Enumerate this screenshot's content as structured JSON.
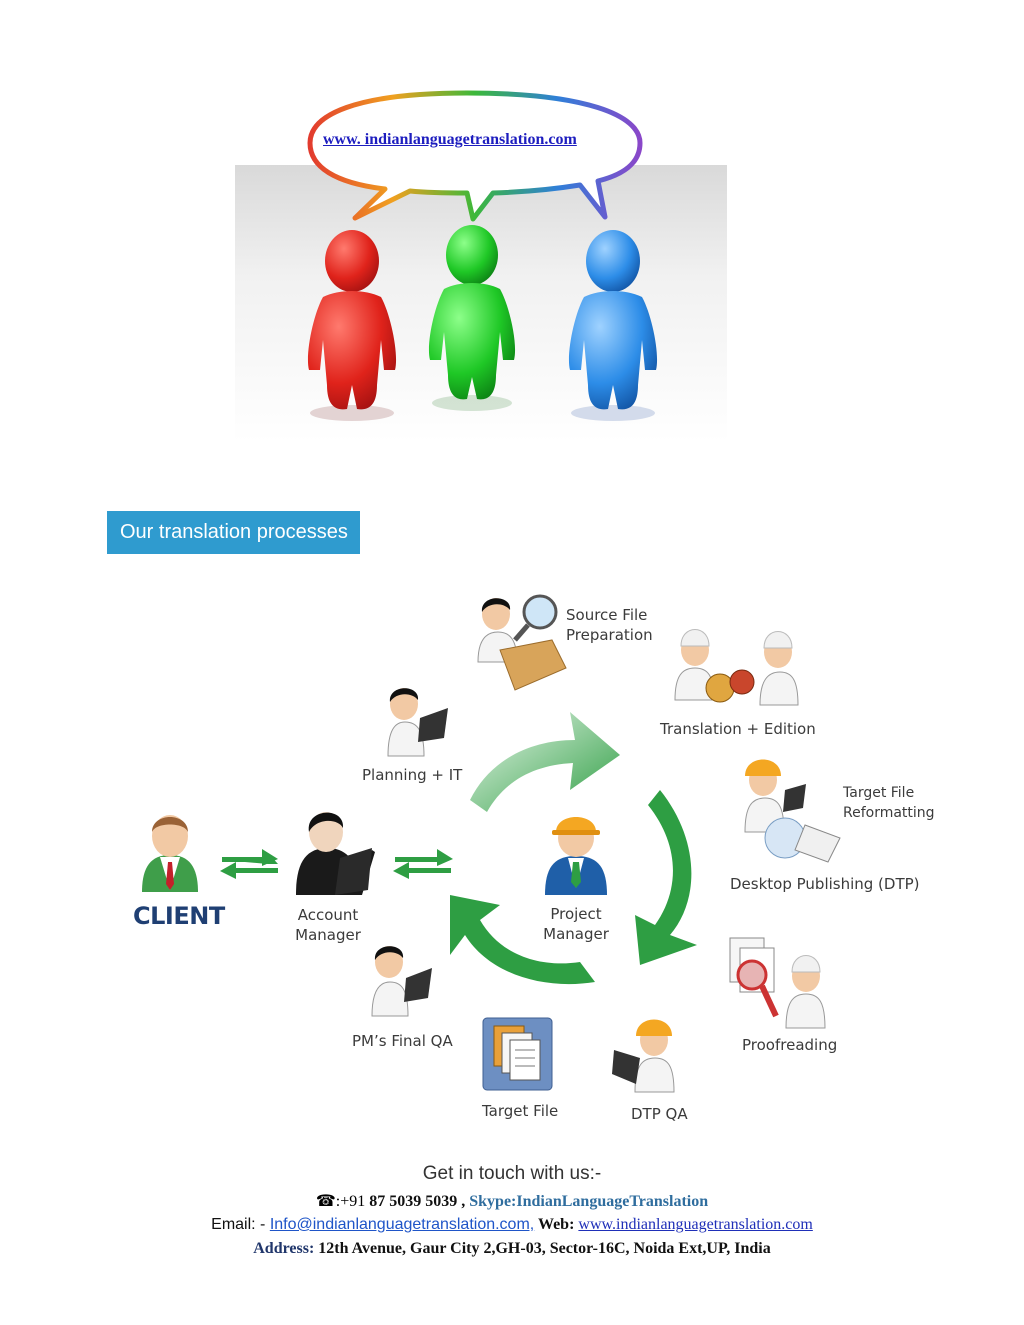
{
  "hero": {
    "bubble_url": "www. indianlanguagetranslation.com",
    "figures": [
      "red-person",
      "green-person",
      "blue-person"
    ]
  },
  "section": {
    "heading": "Our translation processes"
  },
  "process": {
    "client": "CLIENT",
    "account_manager": [
      "Account",
      "Manager"
    ],
    "project_manager": [
      "Project",
      "Manager"
    ],
    "planning": "Planning + IT",
    "source_file": [
      "Source File",
      "Preparation"
    ],
    "translation": "Translation + Edition",
    "target_reformat": [
      "Target File",
      "Reformatting"
    ],
    "dtp": "Desktop Publishing (DTP)",
    "proofreading": "Proofreading",
    "dtp_qa": "DTP QA",
    "target_file": "Target File",
    "pm_final_qa": "PM’s Final QA",
    "colors": {
      "arrow_green": "#2e9e43",
      "client_text": "#1f3f73"
    }
  },
  "contact": {
    "title": "Get in touch with us:-",
    "phone_icon": "☎",
    "phone_prefix": ":+91 ",
    "phone_number": "87 5039 5039",
    "phone_sep": " , ",
    "skype": "Skype:IndianLanguageTranslation",
    "email_label": "Email: - ",
    "email": "Info@indianlanguagetranslation.com,",
    "web_label": " Web: ",
    "web": "www.indianlanguagetranslation.com",
    "address_label": "Address:",
    "address": " 12th Avenue, Gaur City 2,GH-03, Sector-16C, Noida Ext,UP, India"
  }
}
